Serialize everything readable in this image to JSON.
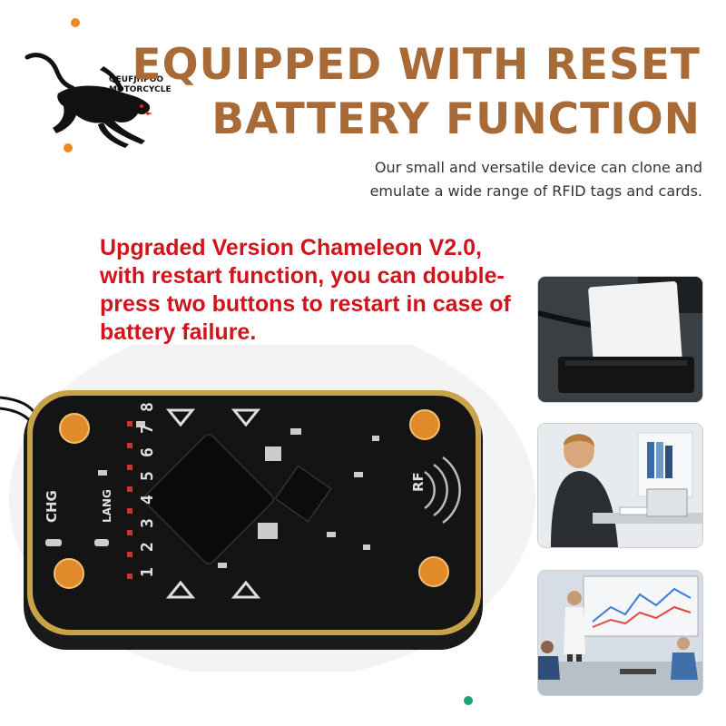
{
  "brand": {
    "line1": "QEUFJHPOO",
    "line2": "MOTORCYCLE"
  },
  "headline": {
    "line1": "EQUIPPED WITH RESET",
    "line2": "BATTERY FUNCTION"
  },
  "subtitle": {
    "line1": "Our small and versatile device can clone and",
    "line2": "emulate a wide range of RFID tags and cards."
  },
  "feature": {
    "line1": "Upgraded Version Chameleon V2.0,",
    "line2": "with restart function, you can double-",
    "line3": "press two buttons to restart in case of",
    "line4": "battery failure."
  },
  "device_labels": {
    "chg": "CHG",
    "lang": "LANG",
    "rf": "RF",
    "digits": [
      "1",
      "2",
      "3",
      "4",
      "5",
      "6",
      "7",
      "8"
    ]
  },
  "photos": [
    "card-reader-photo",
    "woman-writing-photo",
    "office-presentation-photo"
  ],
  "colors": {
    "headline": "#a86a37",
    "feature": "#d0141b",
    "accent_dot": "#f08a1c",
    "teal_dot": "#1aa37a",
    "gold": "#c8a34a"
  }
}
